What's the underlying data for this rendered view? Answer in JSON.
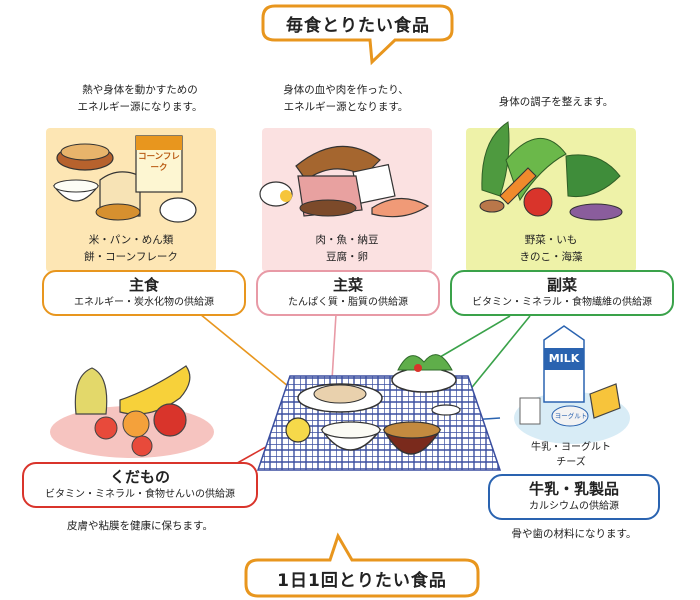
{
  "top_banner": {
    "title": "毎食とりたい食品"
  },
  "bottom_banner": {
    "title": "1日1回とりたい食品"
  },
  "groups": {
    "shushoku": {
      "description_line1": "熱や身体を動かすための",
      "description_line2": "エネルギー源になります。",
      "items_line1": "米・パン・めん類",
      "items_line2": "餅・コーンフレーク",
      "name": "主食",
      "role": "エネルギー・炭水化物の供給源",
      "cereal_box_text": "コーンフレーク",
      "color": "#e8961e"
    },
    "shusai": {
      "description_line1": "身体の血や肉を作ったり、",
      "description_line2": "エネルギー源となります。",
      "items_line1": "肉・魚・納豆",
      "items_line2": "豆腐・卵",
      "name": "主菜",
      "role": "たんぱく質・脂質の供給源",
      "color": "#e89aa6"
    },
    "fukusai": {
      "description_line1": "身体の調子を整えます。",
      "items_line1": "野菜・いも",
      "items_line2": "きのこ・海藻",
      "name": "副菜",
      "role": "ビタミン・ミネラル・食物繊維の供給源",
      "color": "#3aa24a"
    },
    "kudamono": {
      "name": "くだもの",
      "role": "ビタミン・ミネラル・食物せんいの供給源",
      "description_line1": "皮膚や粘膜を健康に保ちます。",
      "color": "#d9342b"
    },
    "gyunyu": {
      "items_line1": "牛乳・ヨーグルト",
      "items_line2": "チーズ",
      "name": "牛乳・乳製品",
      "role": "カルシウムの供給源",
      "description_line1": "骨や歯の材料になります。",
      "milk_text": "MILK",
      "yogurt_text": "ヨーグルト",
      "color": "#2a63b0"
    }
  },
  "colors": {
    "banner_border": "#e8961e",
    "shushoku_panel": "#fde6b4",
    "shusai_panel": "#fbe1e1",
    "fukusai_panel": "#eef2a8",
    "kudamono_panel": "#f6c4c0",
    "gyunyu_panel": "#d8ecf6",
    "tablecloth": "#3b4fa0"
  }
}
